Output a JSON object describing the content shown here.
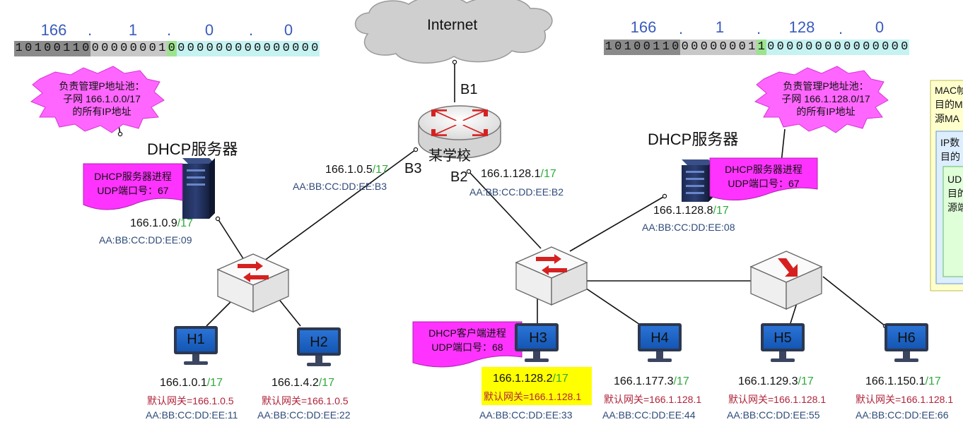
{
  "left_subnet": {
    "octets": [
      "166",
      "1",
      "0",
      "0"
    ],
    "bits_network": "10100110",
    "bits_subnet": "00000001",
    "bits_key": "0",
    "bits_host": "000000000000000",
    "burst_lines": [
      "负责管理P地址池：",
      "子网 166.1.0.0/17",
      "的所有IP地址"
    ],
    "dhcp_title": "DHCP服务器",
    "process_lines": [
      "DHCP服务器进程",
      "UDP端口号：67"
    ],
    "server_ip": "166.1.0.9",
    "server_mask": "/17",
    "server_mac": "AA:BB:CC:DD:EE:09"
  },
  "right_subnet": {
    "octets": [
      "166",
      "1",
      "128",
      "0"
    ],
    "bits_network": "10100110",
    "bits_subnet": "00000001",
    "bits_key": "1",
    "bits_host": "000000000000000",
    "burst_lines": [
      "负责管理P地址池：",
      "子网 166.1.128.0/17",
      "的所有IP地址"
    ],
    "dhcp_title": "DHCP服务器",
    "process_lines": [
      "DHCP服务器进程",
      "UDP端口号：67"
    ],
    "server_ip": "166.1.128.8",
    "server_mask": "/17",
    "server_mac": "AA:BB:CC:DD:EE:08"
  },
  "internet": {
    "label": "Internet"
  },
  "router": {
    "name": "某学校",
    "port_b1": "B1",
    "port_b2": "B2",
    "port_b3": "B3",
    "b3_ip": "166.1.0.5",
    "b3_mask": "/17",
    "b3_mac": "AA:BB:CC:DD:EE:B3",
    "b2_ip": "166.1.128.1",
    "b2_mask": "/17",
    "b2_mac": "AA:BB:CC:DD:EE:B2"
  },
  "client_process": {
    "lines": [
      "DHCP客户端进程",
      "UDP端口号：68"
    ]
  },
  "hosts": [
    {
      "label": "H1",
      "ip": "166.1.0.1",
      "mask": "/17",
      "gateway": "默认网关=166.1.0.5",
      "mac": "AA:BB:CC:DD:EE:11"
    },
    {
      "label": "H2",
      "ip": "166.1.4.2",
      "mask": "/17",
      "gateway": "默认网关=166.1.0.5",
      "mac": "AA:BB:CC:DD:EE:22"
    },
    {
      "label": "H3",
      "ip": "166.1.128.2",
      "mask": "/17",
      "gateway": "默认网关=166.1.128.1",
      "mac": "AA:BB:CC:DD:EE:33"
    },
    {
      "label": "H4",
      "ip": "166.1.177.3",
      "mask": "/17",
      "gateway": "默认网关=166.1.128.1",
      "mac": "AA:BB:CC:DD:EE:44"
    },
    {
      "label": "H5",
      "ip": "166.1.129.3",
      "mask": "/17",
      "gateway": "默认网关=166.1.128.1",
      "mac": "AA:BB:CC:DD:EE:55"
    },
    {
      "label": "H6",
      "ip": "166.1.150.1",
      "mask": "/17",
      "gateway": "默认网关=166.1.128.1",
      "mac": "AA:BB:CC:DD:EE:66"
    }
  ],
  "side_panel": {
    "mac_lines": [
      "MAC帧",
      "目的M",
      "源MA"
    ],
    "ip_lines": [
      "IP数",
      "目的"
    ],
    "udp_lines": [
      "UD",
      "目的",
      "源端"
    ]
  },
  "colors": {
    "magenta": "#ff33ff",
    "mask_green": "#2eaa3c",
    "mac_blue": "#2f4a7a",
    "gateway_red": "#b0243a",
    "highlight_yellow": "#ffff00",
    "octet_blue": "#3a5bbd"
  }
}
